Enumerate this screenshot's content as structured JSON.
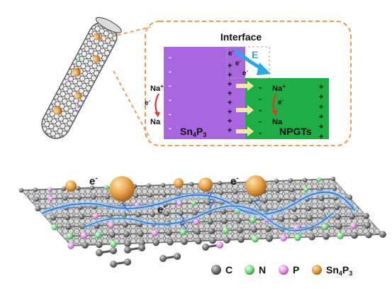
{
  "interface": {
    "title": "Interface",
    "field_label": "E",
    "electron": "e",
    "electron_sup": "-",
    "left": {
      "name_base": "Sn",
      "name_sub1": "4",
      "name_mid": "P",
      "name_sub2": "3",
      "ion_base": "Na",
      "ion_sup": "+",
      "electron": "e",
      "electron_sup": "-",
      "atom": "Na"
    },
    "right": {
      "name": "NPGTs",
      "ion_base": "Na",
      "ion_sup": "+",
      "electron": "e",
      "electron_sup": "-",
      "atom": "Na"
    },
    "plus": "+",
    "minus": "-"
  },
  "sheet": {
    "electron": "e",
    "electron_sup": "-"
  },
  "legend": {
    "items": [
      {
        "label": "C",
        "color": "#6e6e6e"
      },
      {
        "label": "N",
        "color": "#7ee08a"
      },
      {
        "label": "P",
        "color": "#e79be8"
      }
    ],
    "sn": {
      "base": "Sn",
      "sub1": "4",
      "mid": "P",
      "sub2": "3",
      "color": "#e8a650"
    }
  },
  "colors": {
    "sn4p3_panel": "#a867de",
    "npgt_panel": "#1fae45",
    "frame": "#f08a3a",
    "field_arrow": "#2aa7e6",
    "transfer_arrow": "#f3e8a6",
    "na_arrow": "#e5332a"
  }
}
